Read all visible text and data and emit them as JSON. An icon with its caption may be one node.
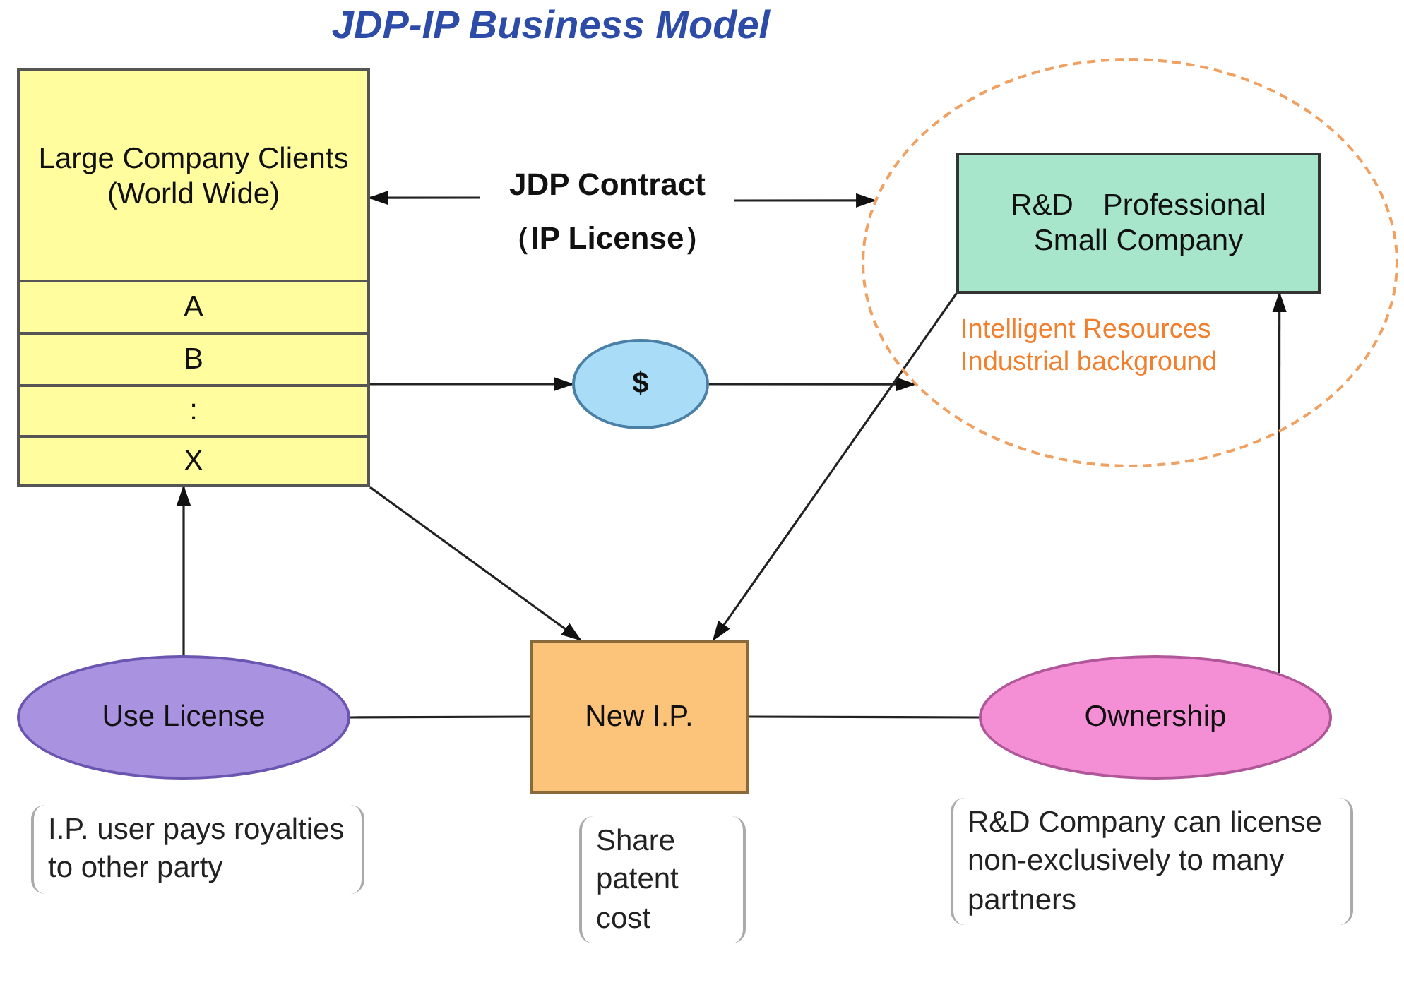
{
  "diagram": {
    "title": "JDP-IP Business Model",
    "nodes": [
      {
        "text": [
          "Large Company Clients (World Wide)"
        ]
      },
      {
        "text": [
          "A"
        ],
        "in": 0
      },
      {
        "text": [
          "B"
        ],
        "in": 0
      },
      {
        "text": [
          ":"
        ],
        "in": 0
      },
      {
        "text": [
          "X"
        ],
        "in": 0
      },
      {
        "text": [
          "JDP Contract",
          "（IP License）"
        ]
      },
      {
        "text": [
          "Intelligent Resources Industrial background"
        ]
      },
      {
        "text": [
          "R&D　Professional Small Company"
        ],
        "in": 6
      },
      {
        "text": [
          "$"
        ]
      },
      {
        "text": [
          "Use License"
        ],
        "beside": [
          "I.P. user pays royalties to other party"
        ]
      },
      {
        "text": [
          "New I.P."
        ],
        "beside": [
          "Share patent cost"
        ]
      },
      {
        "text": [
          "Ownership"
        ],
        "beside": [
          "R&D Company can license non-exclusively to many partners"
        ]
      }
    ],
    "edges": [
      {
        "from": 5,
        "to": 0,
        "arrow": "to"
      },
      {
        "from": 5,
        "to": 6,
        "arrow": "to"
      },
      {
        "from": 2,
        "to": 8,
        "arrow": "to"
      },
      {
        "from": 8,
        "to": 6,
        "arrow": "to"
      },
      {
        "from": 0,
        "to": 10,
        "arrow": "to"
      },
      {
        "from": 7,
        "to": 10,
        "arrow": "to"
      },
      {
        "from": 9,
        "to": 0,
        "arrow": "to"
      },
      {
        "from": 9,
        "to": 10,
        "arrow": "none"
      },
      {
        "from": 10,
        "to": 11,
        "arrow": "none"
      },
      {
        "from": 11,
        "to": 7,
        "arrow": "to"
      }
    ]
  }
}
